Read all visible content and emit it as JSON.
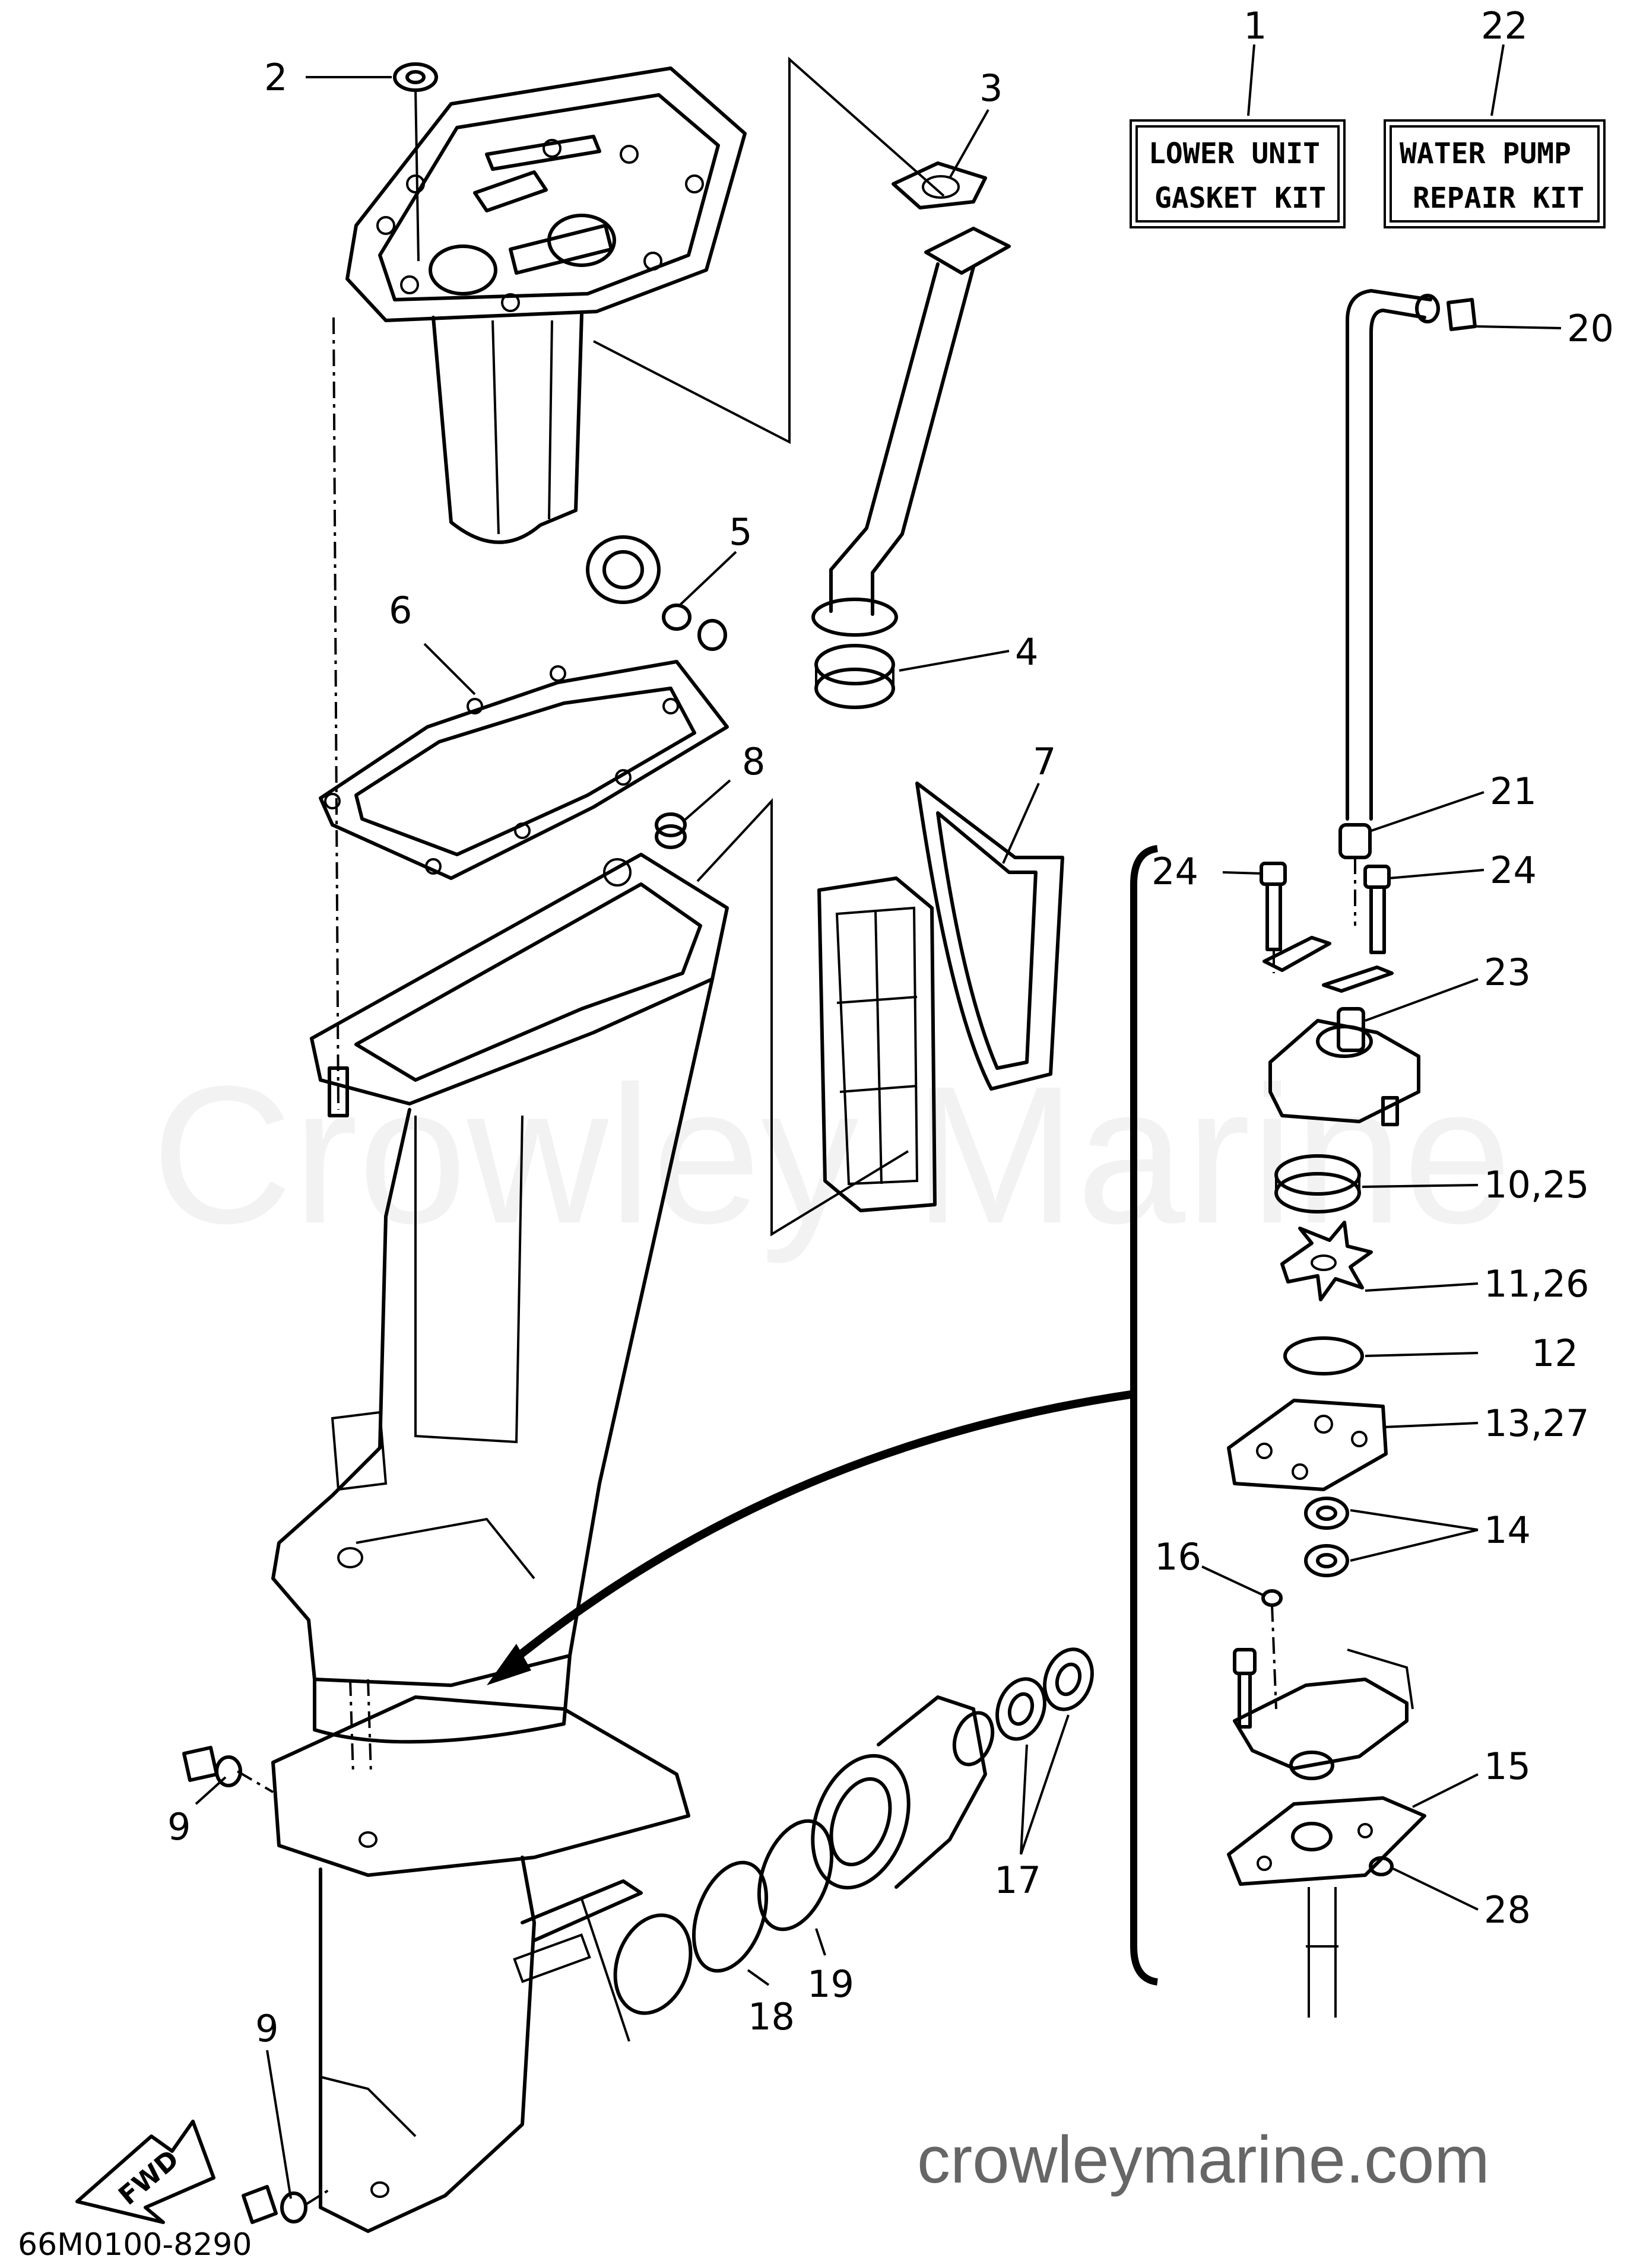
{
  "kits": [
    {
      "number": "1",
      "line1": "LOWER UNIT",
      "line2": "GASKET KIT"
    },
    {
      "number": "22",
      "line1": "WATER PUMP",
      "line2": "REPAIR KIT"
    }
  ],
  "callouts": [
    "2",
    "3",
    "4",
    "5",
    "6",
    "7",
    "8",
    "9",
    "9",
    "10,25",
    "11,26",
    "12",
    "13,27",
    "14",
    "15",
    "16",
    "17",
    "18",
    "19",
    "20",
    "21",
    "23",
    "24",
    "24",
    "28"
  ],
  "watermark": "Crowley Marine",
  "website": "crowleymarine.com",
  "diagram_code": "66M0100-8290",
  "fwd_label": "FWD"
}
